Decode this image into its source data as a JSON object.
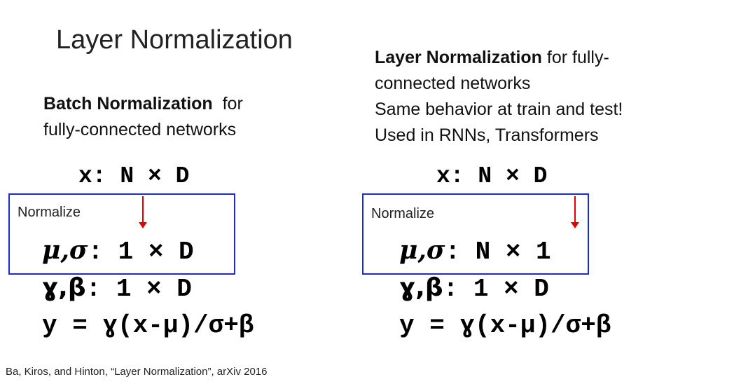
{
  "title": "Layer Normalization",
  "left": {
    "heading_bold": "Batch Normalization",
    "heading_rest": "  for",
    "line2": "fully-connected networks",
    "x_shape": "x: N × D",
    "normalize_label": "Normalize",
    "mu_sigma_prefix": "μ,σ",
    "mu_sigma_shape": ": 1 × D",
    "gamma_beta_prefix": "ɣ,β",
    "gamma_beta_shape": ": 1 × D",
    "formula": "y = ɣ(x-μ)/σ+β"
  },
  "right": {
    "heading_bold": "Layer Normalization",
    "heading_rest": " for fully-",
    "line2": "connected networks",
    "line3": "Same behavior at train and test!",
    "line4": "Used in RNNs, Transformers",
    "x_shape": "x: N × D",
    "normalize_label": "Normalize",
    "mu_sigma_prefix": "μ,σ",
    "mu_sigma_shape": ": N × 1",
    "gamma_beta_prefix": "ɣ,β",
    "gamma_beta_shape": ": 1 × D",
    "formula": "y = ɣ(x-μ)/σ+β"
  },
  "citation": "Ba, Kiros, and Hinton, “Layer Normalization”, arXiv 2016",
  "colors": {
    "box": "#1a2bd6",
    "arrow": "#e00000"
  }
}
